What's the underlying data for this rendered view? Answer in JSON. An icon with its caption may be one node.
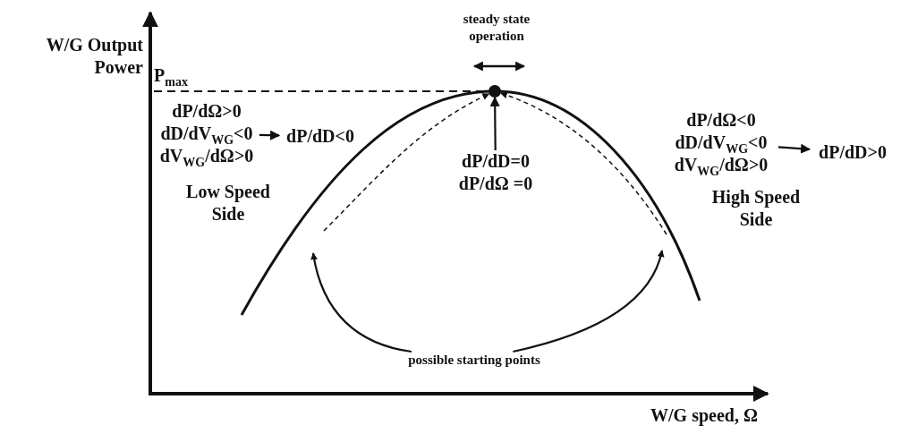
{
  "diagram": {
    "nodes": [
      {
        "text": [
          "dP/dΩ>0 dD/dV$_{WG}$<0 dV$_{WG}$/dΩ>0"
        ]
      },
      {
        "text": [
          "dP/dD<0"
        ]
      },
      {
        "text": [
          "dP/dΩ<0 dD/dV$_{WG}$<0 dV$_{WG}$/dΩ>0"
        ]
      },
      {
        "text": [
          "dP/dD>0"
        ]
      },
      {
        "text": [
          "dP/dD=0 dP/dΩ =0"
        ]
      },
      {
        "text": [],
        "shape": "circle"
      },
      {
        "text": [
          "possible starting points"
        ]
      }
    ],
    "edges": [
      {
        "from": 0,
        "to": 1,
        "arrow": "to"
      },
      {
        "from": 2,
        "to": 3,
        "arrow": "to"
      },
      {
        "from": 4,
        "to": 5,
        "arrow": "to"
      },
      {
        "from": null,
        "to": 5,
        "arrow": "to",
        "style": "dashed"
      },
      {
        "from": null,
        "to": 5,
        "arrow": "to",
        "style": "dashed"
      },
      {
        "from": 6,
        "to": null,
        "arrow": "to"
      },
      {
        "from": 6,
        "to": null,
        "arrow": "to"
      }
    ],
    "labels": [
      "steady state operation",
      "W/G Output Power",
      "P$_{max}$",
      "Low Speed Side",
      "High Speed Side",
      "W/G speed, Ω"
    ]
  }
}
